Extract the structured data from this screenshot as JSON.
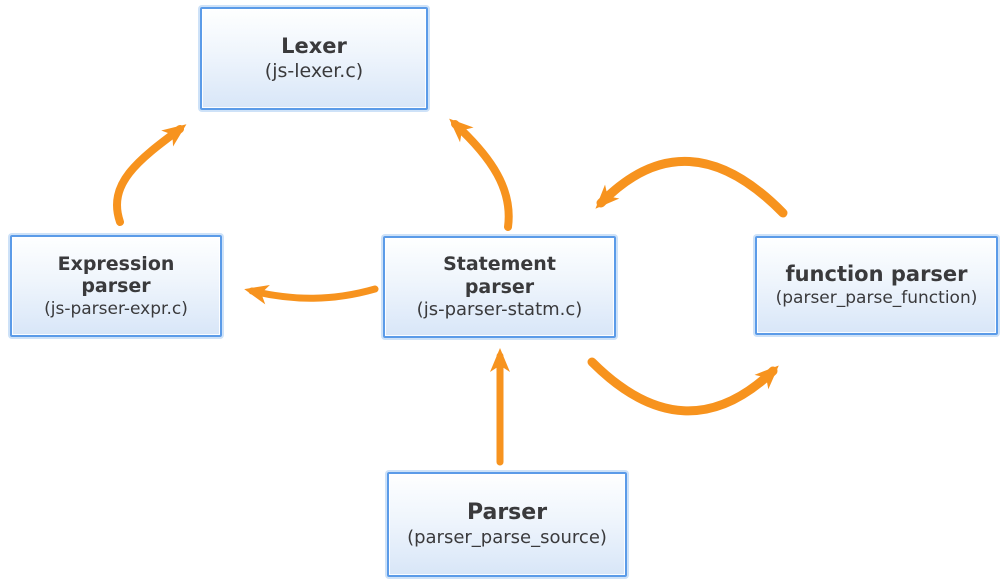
{
  "diagram": {
    "colors": {
      "arrow_orange": "#F7931E",
      "box_border_blue": "#5b9be8",
      "box_fill_top": "#feffff",
      "box_fill_bottom": "#d8e6f8",
      "text": "#3a3a3c",
      "background": "#ffffff"
    },
    "nodes": [
      {
        "id": "lexer",
        "title": "Lexer",
        "subtitle": "(js-lexer.c)"
      },
      {
        "id": "expression-parser",
        "title": "Expression parser",
        "subtitle": "(js-parser-expr.c)"
      },
      {
        "id": "statement-parser",
        "title": "Statement parser",
        "subtitle": "(js-parser-statm.c)"
      },
      {
        "id": "function-parser",
        "title": "function parser",
        "subtitle": "(parser_parse_function)"
      },
      {
        "id": "parser",
        "title": "Parser",
        "subtitle": "(parser_parse_source)"
      }
    ],
    "edges": [
      {
        "from": "expression-parser",
        "to": "lexer"
      },
      {
        "from": "statement-parser",
        "to": "lexer"
      },
      {
        "from": "statement-parser",
        "to": "expression-parser"
      },
      {
        "from": "function-parser",
        "to": "statement-parser"
      },
      {
        "from": "statement-parser",
        "to": "function-parser"
      },
      {
        "from": "parser",
        "to": "statement-parser"
      }
    ]
  }
}
